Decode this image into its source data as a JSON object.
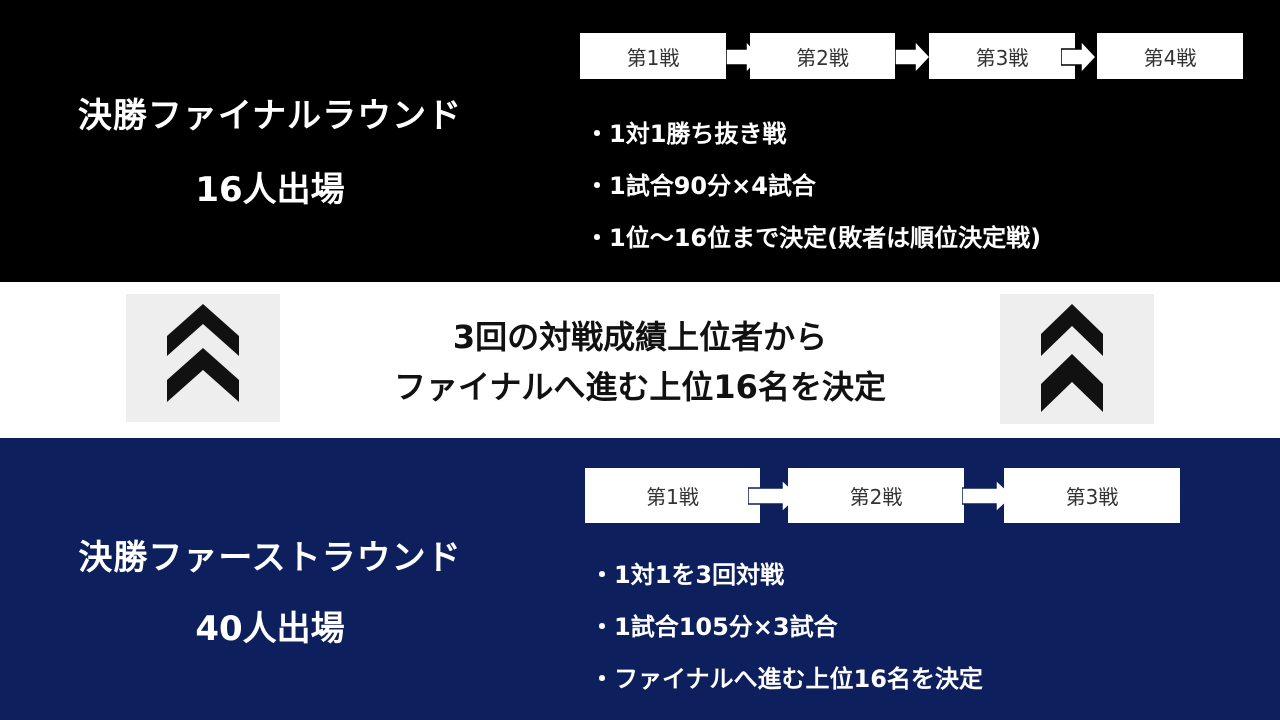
{
  "final_round": {
    "title": "決勝ファイナルラウンド",
    "count": "16人出場",
    "steps": [
      "第1戦",
      "第2戦",
      "第3戦",
      "第4戦"
    ],
    "bullets": [
      "・1対1勝ち抜き戦",
      "・1試合90分×4試合",
      "・1位～16位まで決定(敗者は順位決定戦)"
    ]
  },
  "transition": {
    "line1": "3回の対戦成績上位者から",
    "line2": "ファイナルへ進む上位16名を決定"
  },
  "first_round": {
    "title": "決勝ファーストラウンド",
    "count": "40人出場",
    "steps": [
      "第1戦",
      "第2戦",
      "第3戦"
    ],
    "bullets": [
      "・1対1を3回対戦",
      "・1試合105分×3試合",
      "・ファイナルへ進む上位16名を決定"
    ]
  },
  "colors": {
    "top_background": "#000000",
    "bottom_background": "#0d1f5c",
    "chevron": "#111111",
    "chevron_panel": "#eeeeee"
  }
}
